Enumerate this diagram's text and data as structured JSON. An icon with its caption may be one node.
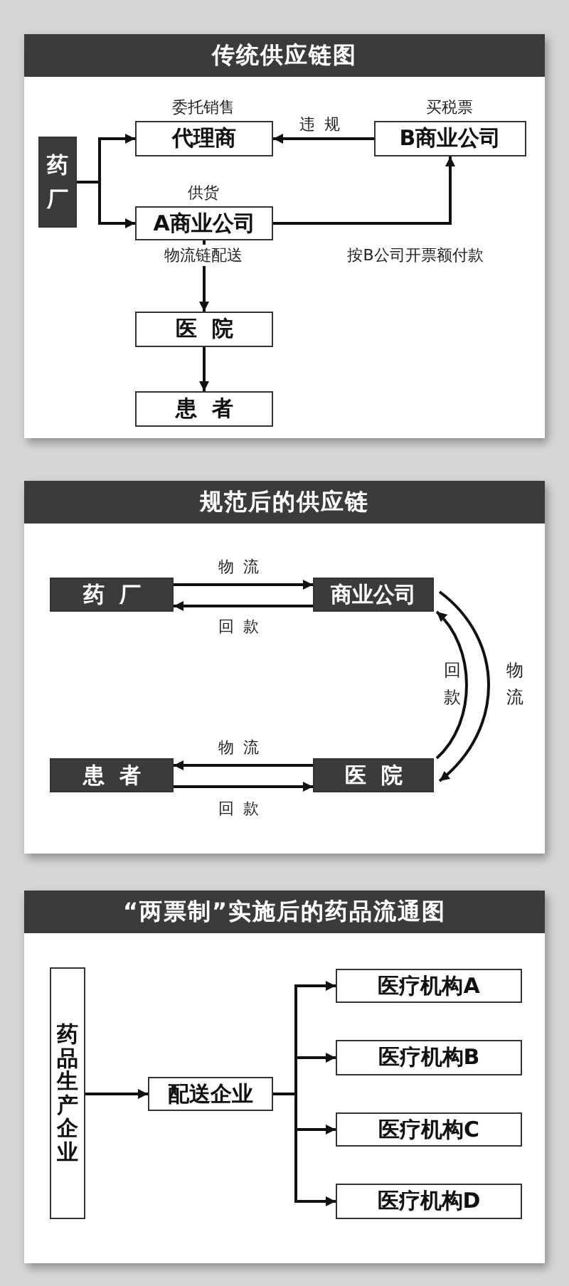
{
  "diagram": {
    "nodes": [
      {
        "text": [
          "传统供应链图"
        ]
      },
      {
        "text": [
          "药厂"
        ],
        "in": 0
      },
      {
        "text": [
          "代理商"
        ],
        "in": 0,
        "beside": [
          "委托销售"
        ]
      },
      {
        "text": [
          "B商业公司"
        ],
        "in": 0,
        "beside": [
          "买税票"
        ]
      },
      {
        "text": [
          "A商业公司"
        ],
        "in": 0,
        "beside": [
          "供货"
        ]
      },
      {
        "text": [
          "医院"
        ],
        "in": 0
      },
      {
        "text": [
          "患者"
        ],
        "in": 0
      },
      {
        "text": [
          "规范后的供应链"
        ]
      },
      {
        "text": [
          "药厂"
        ],
        "in": 7
      },
      {
        "text": [
          "商业公司"
        ],
        "in": 7
      },
      {
        "text": [
          "患者"
        ],
        "in": 7
      },
      {
        "text": [
          "医院"
        ],
        "in": 7
      },
      {
        "text": [
          "“两票制”实施后的药品流通图"
        ]
      },
      {
        "text": [
          "药品生产企业"
        ],
        "in": 12
      },
      {
        "text": [
          "配送企业"
        ],
        "in": 12
      },
      {
        "text": [
          "医疗机构A"
        ],
        "in": 12
      },
      {
        "text": [
          "医疗机构B"
        ],
        "in": 12
      },
      {
        "text": [
          "医疗机构C"
        ],
        "in": 12
      },
      {
        "text": [
          "医疗机构D"
        ],
        "in": 12
      }
    ],
    "edges": [
      {
        "from": 1,
        "to": 2,
        "arrow": "to"
      },
      {
        "from": 1,
        "to": 4,
        "arrow": "to"
      },
      {
        "from": 3,
        "to": 2,
        "arrow": "to",
        "label": "违规"
      },
      {
        "from": 4,
        "to": 3,
        "arrow": "to",
        "label": "按B公司开票额付款"
      },
      {
        "from": 4,
        "to": 5,
        "arrow": "to",
        "label": "物流链配送"
      },
      {
        "from": 5,
        "to": 6,
        "arrow": "to"
      },
      {
        "from": 8,
        "to": 9,
        "arrow": "to",
        "label": "物流"
      },
      {
        "from": 9,
        "to": 8,
        "arrow": "to",
        "label": "回款"
      },
      {
        "from": 9,
        "to": 11,
        "arrow": "to",
        "label": "物流"
      },
      {
        "from": 11,
        "to": 9,
        "arrow": "to",
        "label": "回款"
      },
      {
        "from": 11,
        "to": 10,
        "arrow": "to",
        "label": "物流"
      },
      {
        "from": 10,
        "to": 11,
        "arrow": "to",
        "label": "回款"
      },
      {
        "from": 13,
        "to": 14,
        "arrow": "to"
      },
      {
        "from": 14,
        "to": 15,
        "arrow": "to"
      },
      {
        "from": 14,
        "to": 16,
        "arrow": "to"
      },
      {
        "from": 14,
        "to": 17,
        "arrow": "to"
      },
      {
        "from": 14,
        "to": 18,
        "arrow": "to"
      }
    ]
  }
}
